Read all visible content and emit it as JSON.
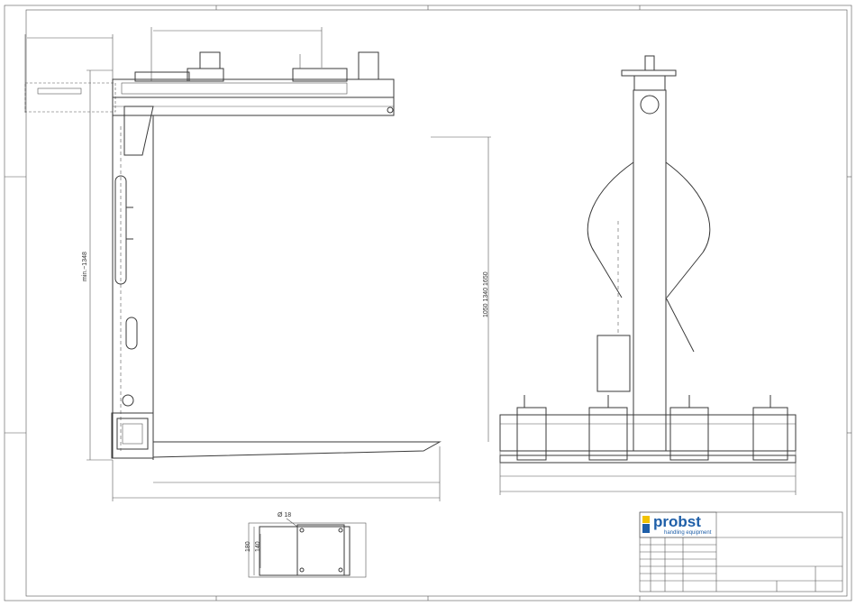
{
  "dimensions": {
    "min_height": "min.~1348",
    "fork_heights": "1050  1340  1650",
    "diameter": "Ø 18",
    "height_180": "180",
    "height_140": "140"
  },
  "title_block": {
    "brand": "probst",
    "tagline": "handling equipment",
    "brand_color": "#1f5fa8",
    "accent_color": "#f2c200"
  }
}
